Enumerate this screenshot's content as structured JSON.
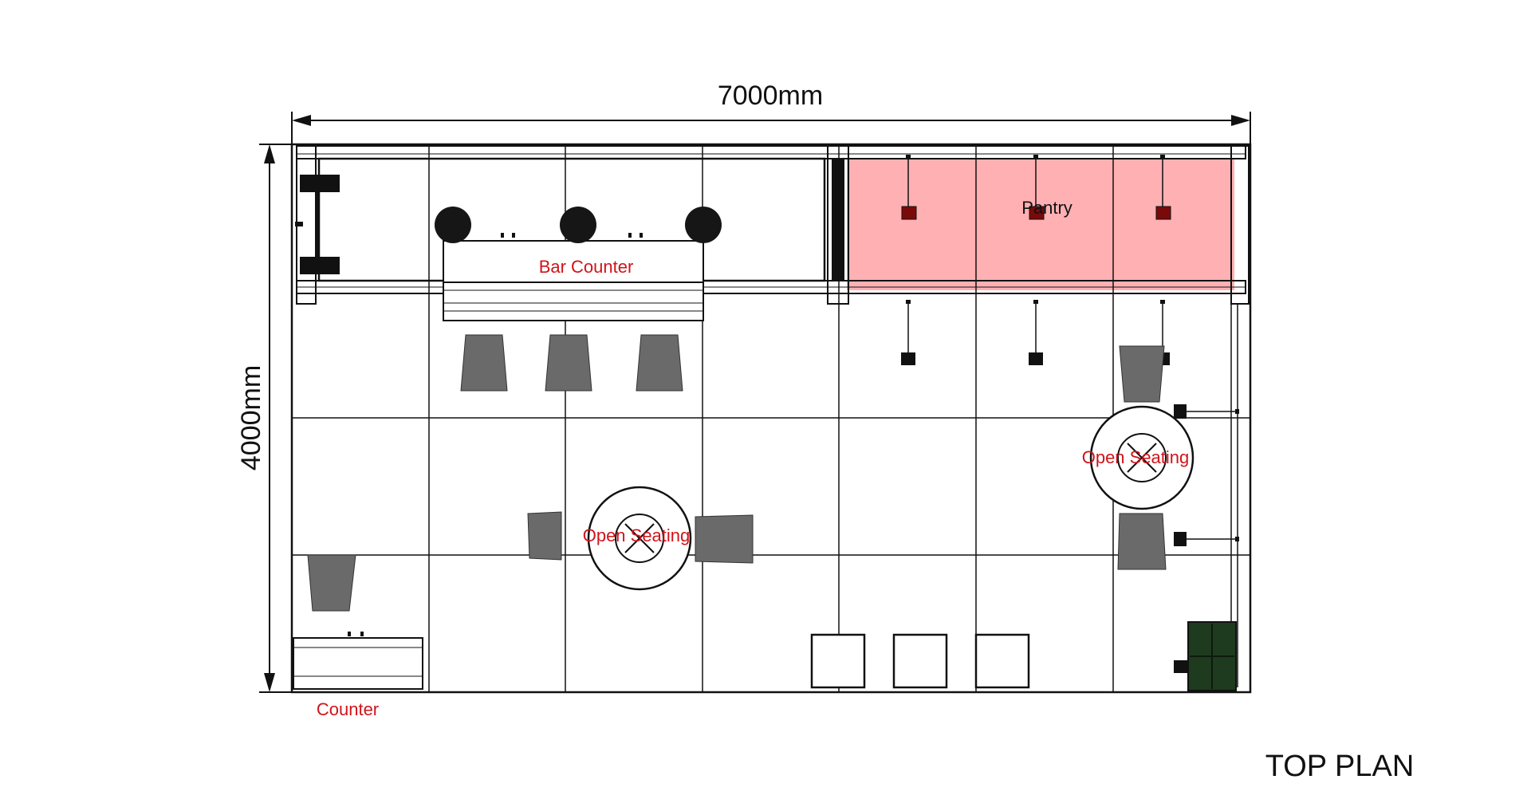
{
  "dimensions": {
    "width_label": "7000mm",
    "height_label": "4000mm"
  },
  "zones": {
    "bar_counter": "Bar Counter",
    "pantry": "Pantry",
    "open_seating_center": "Open Seating",
    "open_seating_right": "Open Seating",
    "counter": "Counter"
  },
  "plan_title": "TOP PLAN",
  "colors": {
    "line": "#111111",
    "label_red": "#d0141a",
    "pantry_fill": "#ffb0b3",
    "light_fixture_in_pantry": "#7a0a0a",
    "chair": "#6a6a6a",
    "bar_stool": "#161616",
    "plant_box": "#1f3b1f"
  },
  "icons": {
    "bar_stool": "filled-circle",
    "chair": "rounded-trapezoid",
    "round_table": "circle-with-cross",
    "spotlight": "square-on-stem",
    "cube_seat": "open-square"
  }
}
